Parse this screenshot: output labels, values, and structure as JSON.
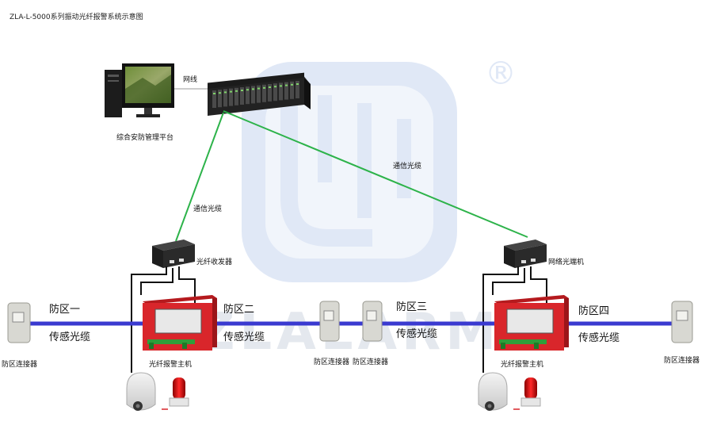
{
  "title": "ZLA-L-5000系列振动光纤报警系统示意图",
  "watermark": {
    "text": "ZLALARM",
    "registered": "®"
  },
  "labels": {
    "network_cable": "网线",
    "center": "综合安防管理平台",
    "fiber_left": "通信光缆",
    "fiber_right": "通信光缆",
    "transceiver_left": "光纤收发器",
    "transceiver_right": "网络光端机",
    "host_left": "光纤报警主机",
    "host_right": "光纤报警主机",
    "connector_far_left": "防区连接器",
    "connector_mid_left": "防区连接器",
    "connector_mid_right": "防区连接器",
    "connector_far_right": "防区连接器"
  },
  "zones": [
    {
      "name": "防区一",
      "cable": "传感光缆"
    },
    {
      "name": "防区二",
      "cable": "传感光缆"
    },
    {
      "name": "防区三",
      "cable": "传感光缆"
    },
    {
      "name": "防区四",
      "cable": "传感光缆"
    }
  ],
  "colors": {
    "fiber": "#2db34a",
    "sensing": "#3a3ad0",
    "watermark": "#dde6f6",
    "host": "#d9262b"
  }
}
